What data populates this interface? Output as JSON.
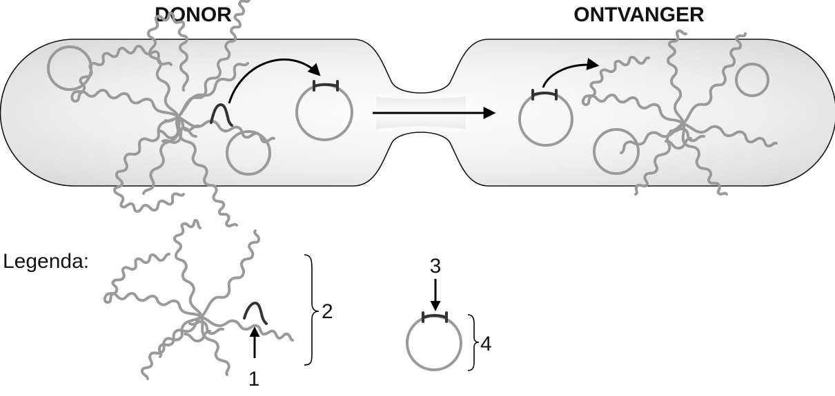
{
  "labels": {
    "donor": "DONOR",
    "recipient": "ONTVANGER",
    "legend": "Legenda:",
    "n1": "1",
    "n2": "2",
    "n3": "3",
    "n4": "4"
  },
  "colors": {
    "dna": "#9a9a9a",
    "gene": "#333333",
    "cell_fill_dark": "#d9d9d9",
    "cell_fill_light": "#f7f7f7"
  }
}
